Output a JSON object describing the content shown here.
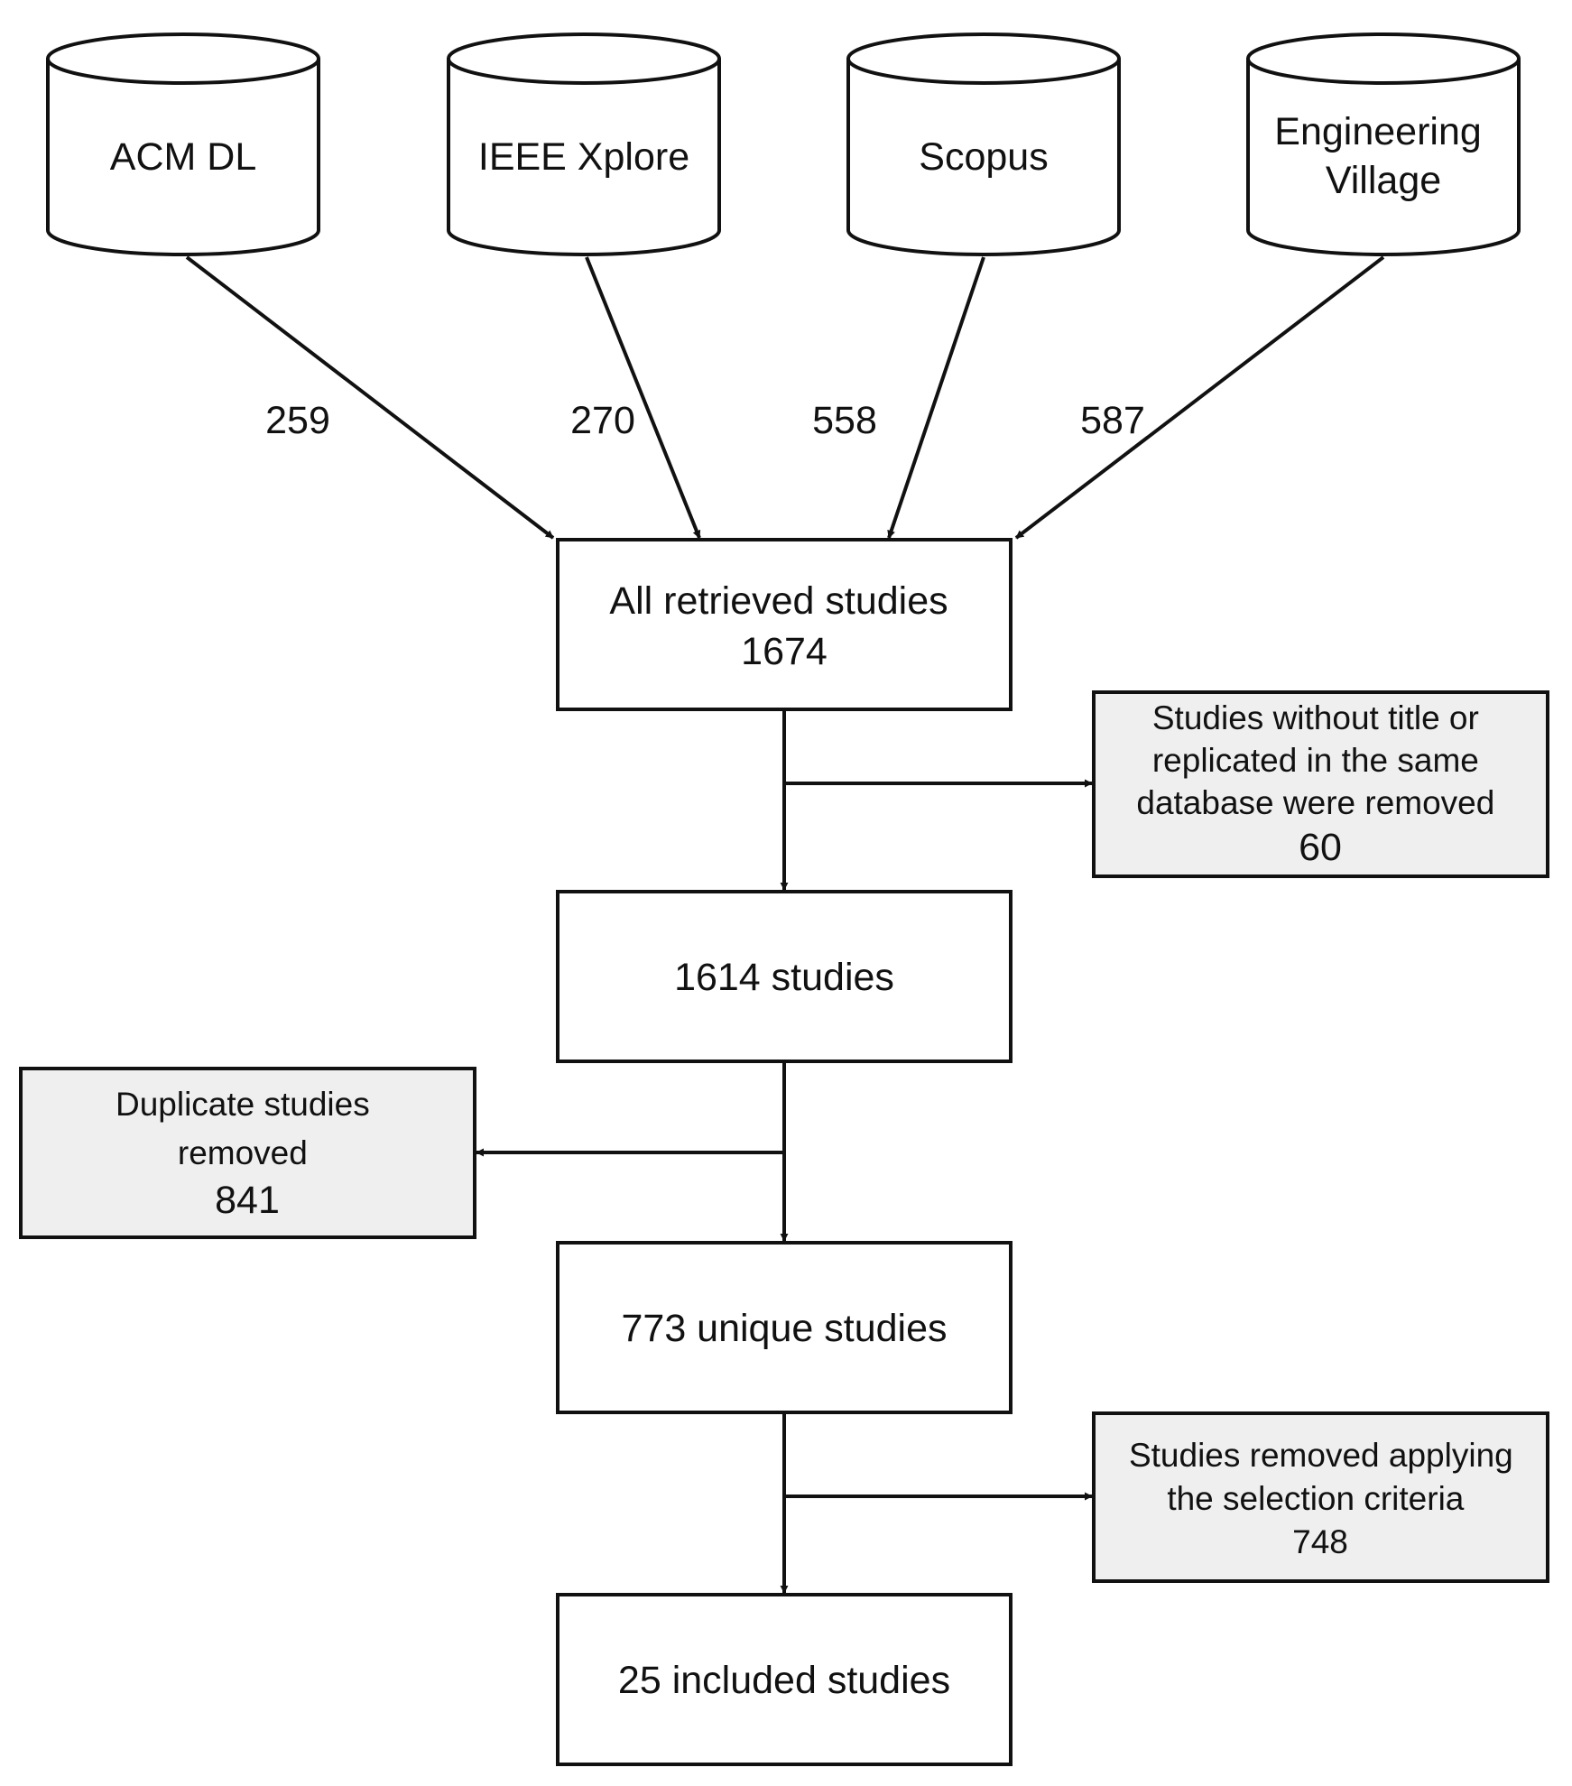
{
  "colors": {
    "stroke": "#111111",
    "process_fill": "#ffffff",
    "side_fill": "#efefef",
    "background": "#ffffff"
  },
  "databases": [
    {
      "lines": [
        "ACM DL"
      ],
      "count": "259"
    },
    {
      "lines": [
        "IEEE Xplore"
      ],
      "count": "270"
    },
    {
      "lines": [
        "Scopus"
      ],
      "count": "558"
    },
    {
      "lines": [
        "Engineering",
        "Village"
      ],
      "count": "587"
    }
  ],
  "process": [
    {
      "lines": [
        "All retrieved studies",
        "1674"
      ]
    },
    {
      "lines": [
        "1614 studies"
      ]
    },
    {
      "lines": [
        "773 unique studies"
      ]
    },
    {
      "lines": [
        "25 included studies"
      ]
    }
  ],
  "removals": [
    {
      "lines": [
        "Studies without title or",
        "replicated in the same",
        "database were removed",
        "60"
      ]
    },
    {
      "lines": [
        "Duplicate studies",
        "removed",
        "841"
      ]
    },
    {
      "lines": [
        "Studies removed applying",
        "the selection criteria",
        "748"
      ]
    }
  ]
}
